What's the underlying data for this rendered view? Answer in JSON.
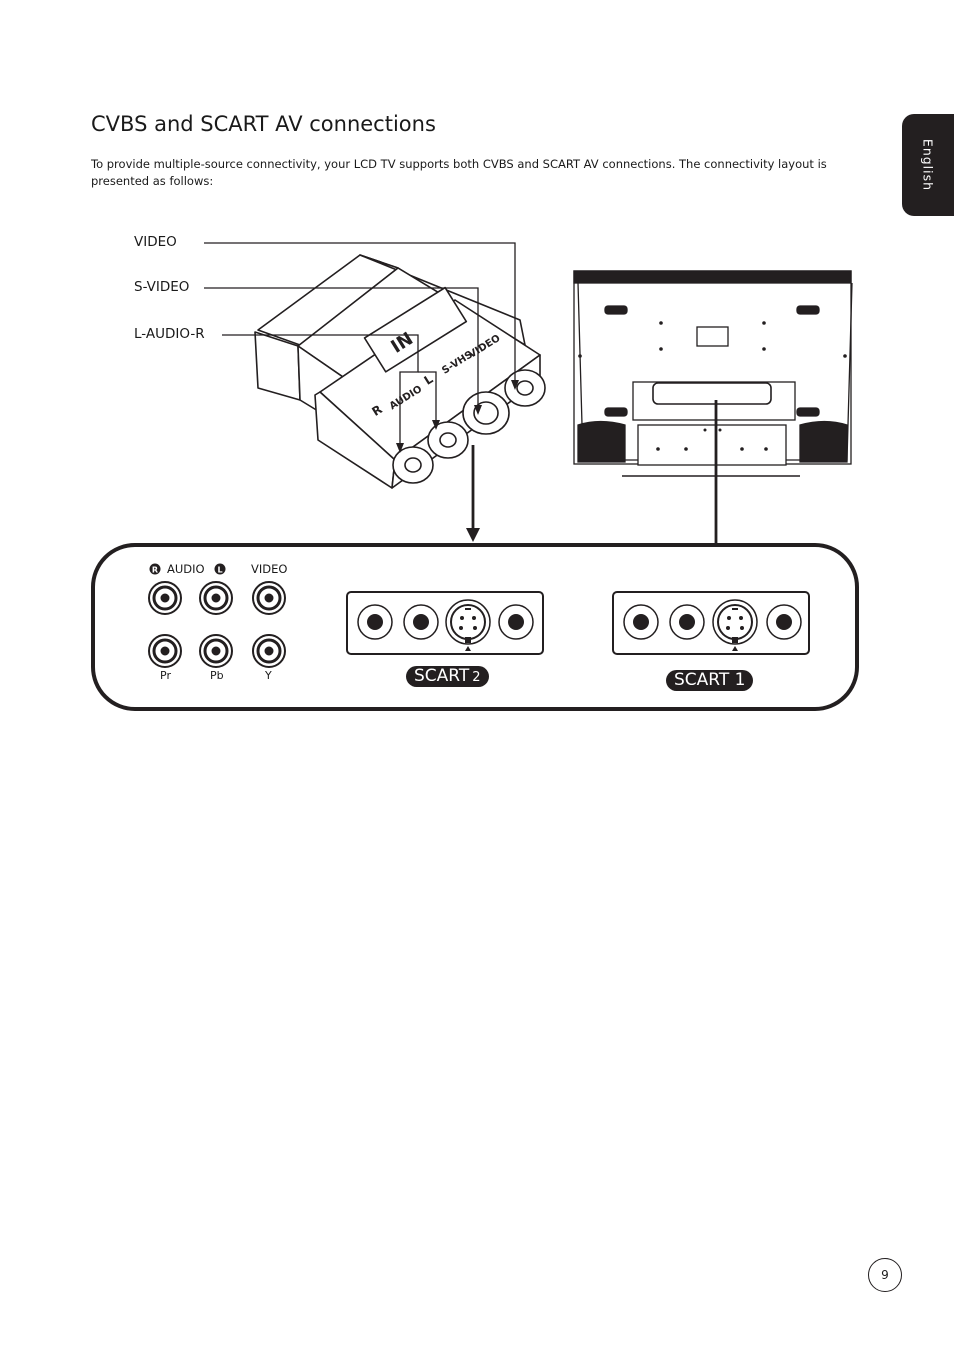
{
  "page": {
    "title": "CVBS and SCART AV connections",
    "intro": "To provide multiple-source connectivity, your LCD TV supports both CVBS and SCART AV connections. The connectivity layout is presented as follows:",
    "language_tab": "English",
    "page_number": "9"
  },
  "adapter": {
    "callouts": [
      "VIDEO",
      "S-VIDEO",
      "L-AUDIO-R"
    ],
    "body_text": [
      "IN",
      "R",
      "AUDIO",
      "L",
      "S-VHS",
      "VIDEO"
    ]
  },
  "panel": {
    "audio_label": "AUDIO",
    "audio_r_marker": "R",
    "audio_l_marker": "L",
    "video_label": "VIDEO",
    "component_labels": [
      "Pr",
      "Pb",
      "Y"
    ],
    "scart2": {
      "label": "SCART",
      "number": "2"
    },
    "scart1": {
      "label": "SCART 1"
    }
  }
}
